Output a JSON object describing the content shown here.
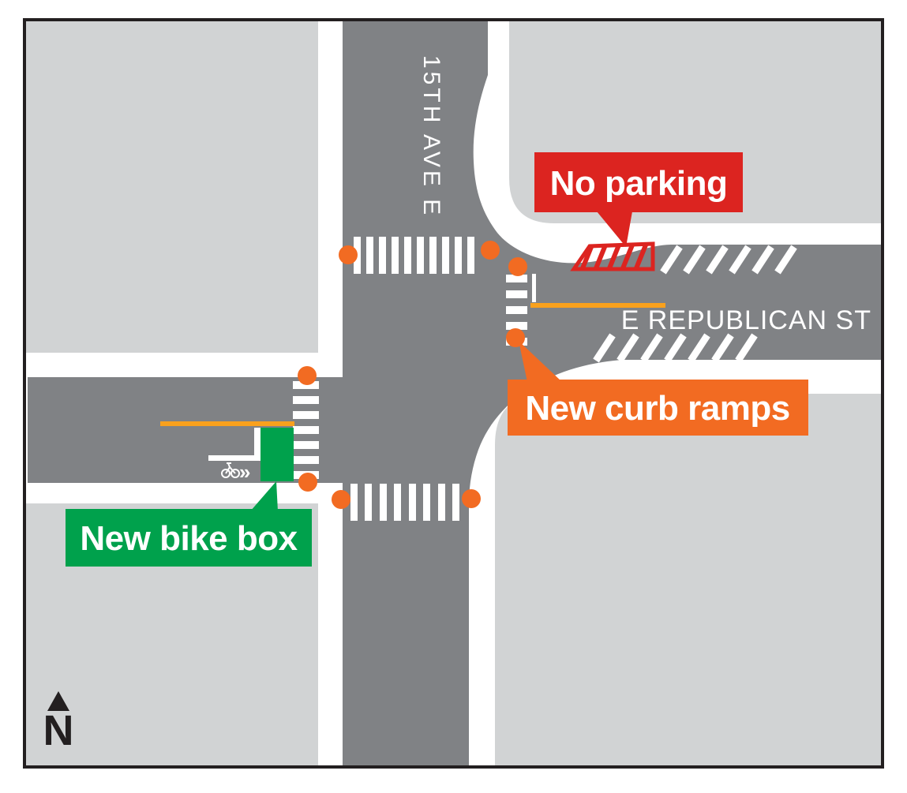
{
  "streets": {
    "vertical_label": "15TH AVE E",
    "horizontal_label": "E REPUBLICAN ST"
  },
  "callouts": {
    "no_parking": "No parking",
    "new_curb_ramps": "New curb ramps",
    "new_bike_box": "New bike box"
  },
  "compass": {
    "label": "N"
  },
  "bike_marking": {
    "chevrons": "»"
  },
  "features": {
    "curb_ramp_dots": 8,
    "crosswalks": 4,
    "no_parking_zones": 1,
    "bike_boxes": 1
  },
  "colors": {
    "road": "#808285",
    "block": "#d1d3d4",
    "ink": "#231f20",
    "red": "#dc2420",
    "orange": "#f26b22",
    "paint": "#f9a11d",
    "green": "#00a14c"
  }
}
